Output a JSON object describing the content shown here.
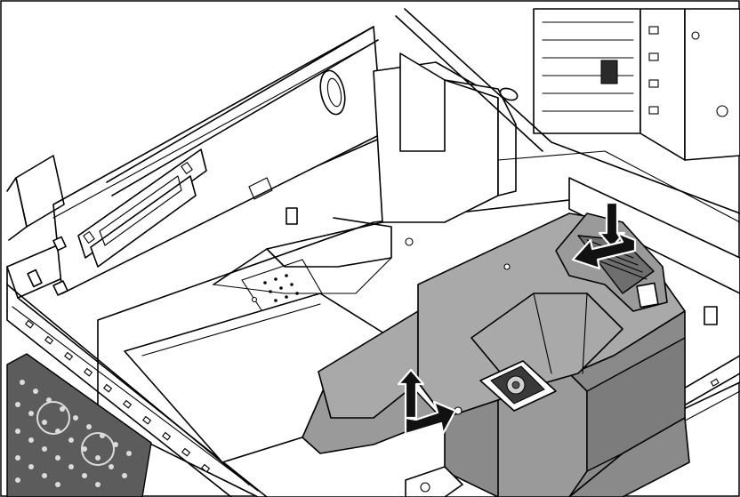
{
  "figure": {
    "subject": "air-baffle-installation",
    "arrows": [
      {
        "name": "remove-vertical-arrow",
        "direction": "up"
      },
      {
        "name": "remove-lateral-arrow",
        "direction": "right"
      },
      {
        "name": "insert-vertical-arrow",
        "direction": "down"
      },
      {
        "name": "insert-lateral-arrow",
        "direction": "left"
      }
    ],
    "colors": {
      "outline": "#000000",
      "background": "#ffffff",
      "baffle-light": "#a9a9a9",
      "baffle-mid": "#9a9a9a",
      "baffle-dark": "#7c7c7c",
      "arrow": "#111111"
    }
  }
}
